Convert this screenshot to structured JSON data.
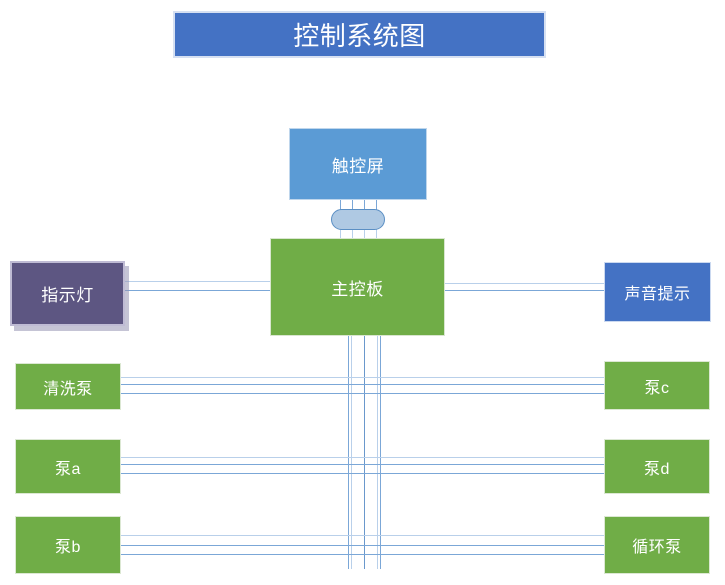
{
  "diagram": {
    "title": "控制系统图",
    "title_box": {
      "fill": "#4472C4",
      "text_color": "#FFFFFF"
    },
    "nodes": {
      "touch_screen": {
        "label": "触控屏",
        "fill": "#5B9BD5"
      },
      "main_board": {
        "label": "主控板",
        "fill": "#70AD47"
      },
      "indicator_light": {
        "label": "指示灯",
        "fill": "#5D5682"
      },
      "sound_prompt": {
        "label": "声音提示",
        "fill": "#4472C4"
      },
      "wash_pump": {
        "label": "清洗泵",
        "fill": "#70AD47"
      },
      "pump_a": {
        "label": "泵a",
        "fill": "#70AD47"
      },
      "pump_b": {
        "label": "泵b",
        "fill": "#70AD47"
      },
      "pump_c": {
        "label": "泵c",
        "fill": "#70AD47"
      },
      "pump_d": {
        "label": "泵d",
        "fill": "#70AD47"
      },
      "circulation_pump": {
        "label": "循环泵",
        "fill": "#70AD47"
      }
    },
    "connector": {
      "name": "ribbon-connector",
      "lines": 4
    },
    "wire_color": "#7BA7D7",
    "background": "#FFFFFF"
  }
}
